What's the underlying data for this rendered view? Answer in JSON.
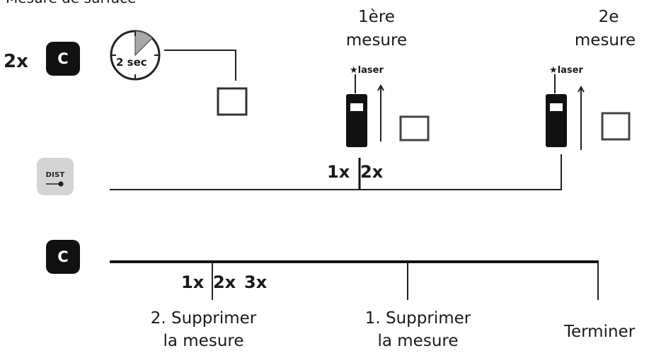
{
  "header": {
    "text": "Mesure de surface"
  },
  "timer": {
    "press_count": "2x",
    "key": "C",
    "duration": "2 sec",
    "progress_fraction": 0.125
  },
  "measurements": {
    "first": {
      "line1": "1ère",
      "line2": "mesure",
      "laser_label": "laser"
    },
    "second": {
      "line1": "2e",
      "line2": "mesure",
      "laser_label": "laser"
    }
  },
  "dist_row": {
    "key": "DIST",
    "counts": [
      "1x",
      "2x"
    ]
  },
  "c_row": {
    "key": "C",
    "counts": [
      "1x",
      "2x",
      "3x"
    ],
    "outcomes": [
      {
        "line1": "2. Supprimer",
        "line2": "la mesure"
      },
      {
        "line1": "1. Supprimer",
        "line2": "la mesure"
      },
      {
        "line1": "Terminer",
        "line2": ""
      }
    ]
  },
  "colors": {
    "line": "#222222",
    "key_dark": "#111111",
    "key_light": "#d4d4d4",
    "timer_fill": "#a8a8a8"
  }
}
